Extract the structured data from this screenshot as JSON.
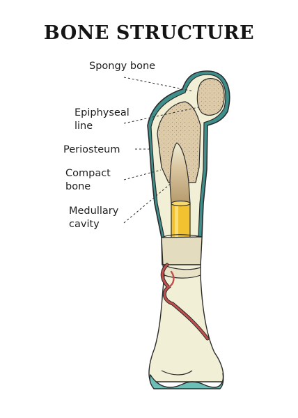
{
  "title": "BONE STRUCTURE",
  "labels": {
    "spongy_bone": "Spongy bone",
    "epiphyseal_line_1": "Epiphyseal",
    "epiphyseal_line_2": "line",
    "periosteum": "Periosteum",
    "compact_bone_1": "Compact",
    "compact_bone_2": "bone",
    "medullary_cavity_1": "Medullary",
    "medullary_cavity_2": "cavity"
  },
  "colors": {
    "outline": "#2b2b2b",
    "periosteum": "#3f8f8c",
    "cartilage": "#6bbfb6",
    "compact_bone": "#f1efd6",
    "spongy_bone": "#d9c7a5",
    "marrow": "#f2c230",
    "blood_vessel": "#c0504d",
    "cross_section": "#e3dcbe"
  }
}
